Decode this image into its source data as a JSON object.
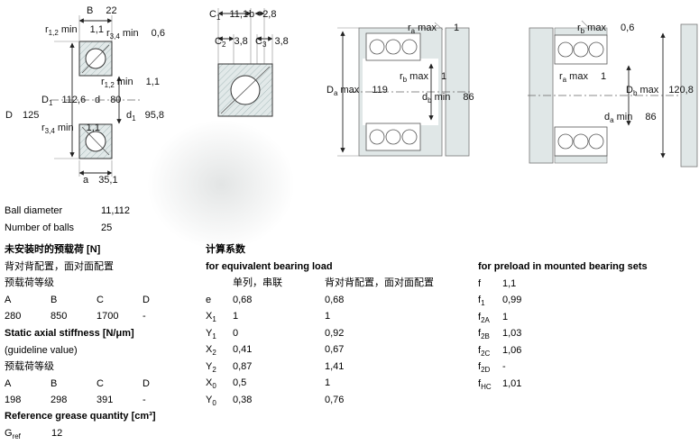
{
  "drawings": {
    "d1": {
      "labels": [
        {
          "pre": "B",
          "sub": "",
          "post": "",
          "val": "22"
        },
        {
          "pre": "r",
          "sub": "1,2",
          "post": " min",
          "val": "1,1"
        },
        {
          "pre": "r",
          "sub": "3,4",
          "post": " min",
          "val": "0,6"
        },
        {
          "pre": "r",
          "sub": "1,2",
          "post": " min",
          "val": "1,1"
        },
        {
          "pre": "D",
          "sub": "1",
          "post": "",
          "val": "112,6"
        },
        {
          "pre": "d",
          "sub": "",
          "post": "",
          "val": "80"
        },
        {
          "pre": "D",
          "sub": "",
          "post": "",
          "val": "125"
        },
        {
          "pre": "d",
          "sub": "1",
          "post": "",
          "val": "95,8"
        },
        {
          "pre": "r",
          "sub": "3,4",
          "post": " min",
          "val": "1,1"
        },
        {
          "pre": "a",
          "sub": "",
          "post": "",
          "val": "35,1"
        }
      ]
    },
    "d2": {
      "labels": [
        {
          "pre": "C",
          "sub": "1",
          "post": "",
          "val": "11,1"
        },
        {
          "pre": "b",
          "sub": "",
          "post": "",
          "val": "2,8"
        },
        {
          "pre": "C",
          "sub": "2",
          "post": "",
          "val": "3,8"
        },
        {
          "pre": "C",
          "sub": "3",
          "post": "",
          "val": "3,8"
        }
      ]
    },
    "d3": {
      "labels": [
        {
          "pre": "r",
          "sub": "a",
          "post": " max",
          "val": "1"
        },
        {
          "pre": "D",
          "sub": "a",
          "post": " max",
          "val": "119"
        },
        {
          "pre": "r",
          "sub": "b",
          "post": " max",
          "val": "1"
        },
        {
          "pre": "d",
          "sub": "b",
          "post": " min",
          "val": "86"
        }
      ]
    },
    "d4": {
      "labels": [
        {
          "pre": "r",
          "sub": "b",
          "post": " max",
          "val": "0,6"
        },
        {
          "pre": "r",
          "sub": "a",
          "post": " max",
          "val": "1"
        },
        {
          "pre": "D",
          "sub": "b",
          "post": " max",
          "val": "120,8"
        },
        {
          "pre": "d",
          "sub": "a",
          "post": " min",
          "val": "86"
        }
      ]
    }
  },
  "specs": {
    "ball_diameter_label": "Ball diameter",
    "ball_diameter_value": "11,112",
    "number_of_balls_label": "Number of balls",
    "number_of_balls_value": "25"
  },
  "preload_section": {
    "title": "未安装时的预载荷 [N]",
    "subtitle": "背对背配置，面对面配置",
    "class_label": "预载荷等级",
    "headers": [
      "A",
      "B",
      "C",
      "D"
    ],
    "values": [
      "280",
      "850",
      "1700",
      "-"
    ]
  },
  "stiffness_section": {
    "title": "Static axial stiffness [N/μm]",
    "subtitle": "(guideline value)",
    "class_label": "预载荷等级",
    "headers": [
      "A",
      "B",
      "C",
      "D"
    ],
    "values": [
      "198",
      "298",
      "391",
      "-"
    ]
  },
  "grease_section": {
    "title": "Reference grease quantity [cm³]",
    "label": {
      "pre": "G",
      "sub": "ref"
    },
    "value": "12"
  },
  "calc_section": {
    "title": "计算系数",
    "subtitle": "for equivalent bearing load",
    "col1": "单列，串联",
    "col2": "背对背配置，面对面配置",
    "rows": [
      {
        "pre": "e",
        "sub": "",
        "v1": "0,68",
        "v2": "0,68"
      },
      {
        "pre": "X",
        "sub": "1",
        "v1": "1",
        "v2": "1"
      },
      {
        "pre": "Y",
        "sub": "1",
        "v1": "0",
        "v2": "0,92"
      },
      {
        "pre": "X",
        "sub": "2",
        "v1": "0,41",
        "v2": "0,67"
      },
      {
        "pre": "Y",
        "sub": "2",
        "v1": "0,87",
        "v2": "1,41"
      },
      {
        "pre": "X",
        "sub": "0",
        "v1": "0,5",
        "v2": "1"
      },
      {
        "pre": "Y",
        "sub": "0",
        "v1": "0,38",
        "v2": "0,76"
      }
    ]
  },
  "preload_factors_section": {
    "title": "for preload in mounted bearing sets",
    "rows": [
      {
        "pre": "f",
        "sub": "",
        "v": "1,1"
      },
      {
        "pre": "f",
        "sub": "1",
        "v": "0,99"
      },
      {
        "pre": "f",
        "sub": "2A",
        "v": "1"
      },
      {
        "pre": "f",
        "sub": "2B",
        "v": "1,03"
      },
      {
        "pre": "f",
        "sub": "2C",
        "v": "1,06"
      },
      {
        "pre": "f",
        "sub": "2D",
        "v": "-"
      },
      {
        "pre": "f",
        "sub": "HC",
        "v": "1,01"
      }
    ]
  }
}
